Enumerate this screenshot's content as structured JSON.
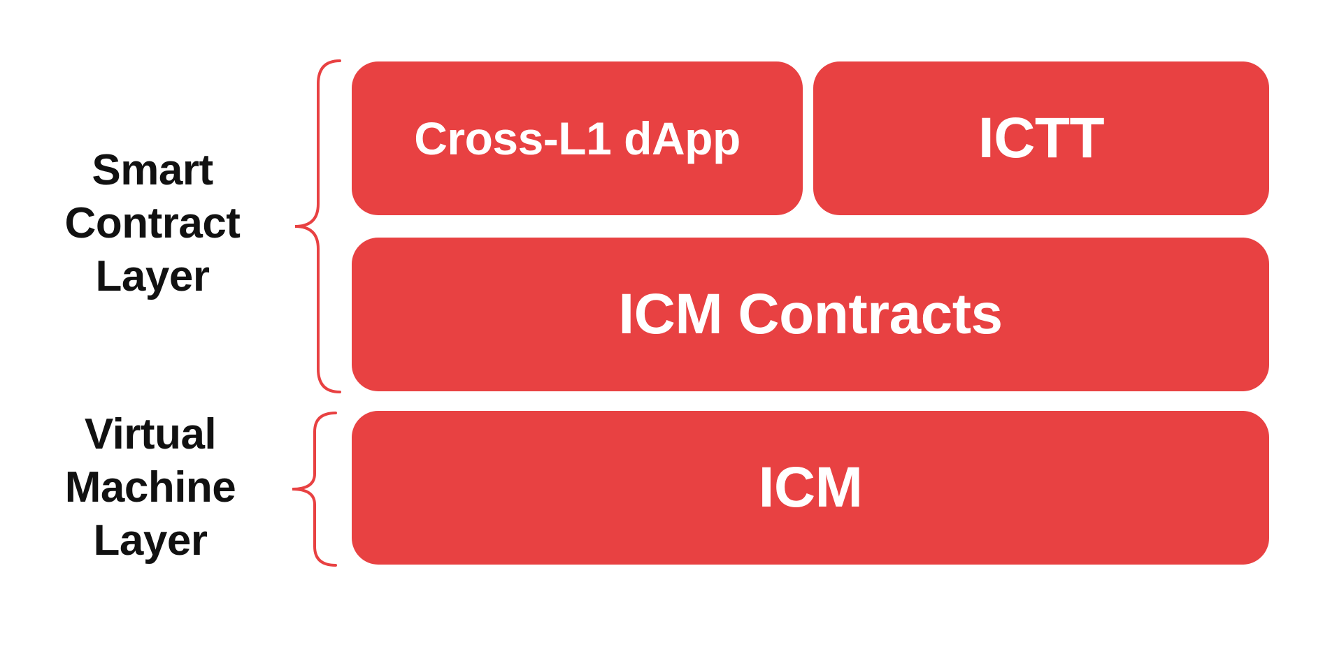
{
  "colors": {
    "background": "#ffffff",
    "red": "#e84142",
    "label_text": "#111111",
    "box_text": "#ffffff"
  },
  "layer_labels": {
    "smart_contract": "Smart\nContract\nLayer",
    "virtual_machine": "Virtual\nMachine\nLayer"
  },
  "boxes": {
    "cross_l1_dapp": "Cross-L1 dApp",
    "ictt": "ICTT",
    "icm_contracts": "ICM Contracts",
    "icm": "ICM"
  }
}
